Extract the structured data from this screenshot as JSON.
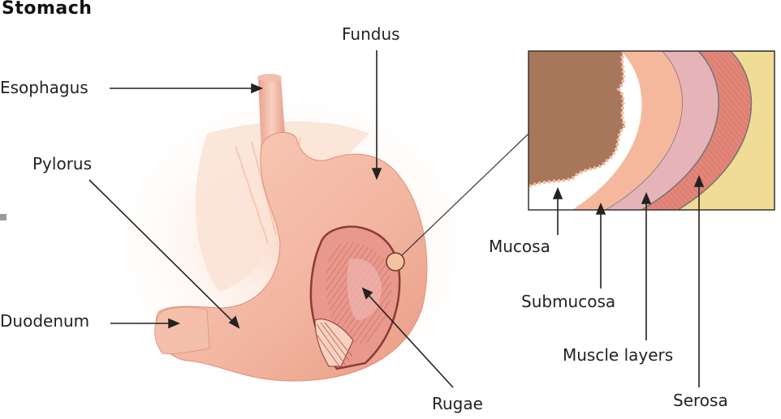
{
  "title": "Stomach",
  "labels": {
    "fundus": "Fundus",
    "esophagus": "Esophagus",
    "pylorus": "Pylorus",
    "duodenum": "Duodenum",
    "rugae": "Rugae",
    "mucosa": "Mucosa",
    "submucosa": "Submucosa",
    "muscle_layers": "Muscle layers",
    "serosa": "Serosa"
  },
  "colors": {
    "stomach": "#f2b5a0",
    "stomach_shadow": "#e08e78",
    "inner_lining": "#d97a70",
    "mucosa": "#f6b89c",
    "mucosa_dark": "#b37c5c",
    "submucosa": "#e6b4b8",
    "muscle": "#e3867a",
    "serosa": "#f1dc95"
  }
}
